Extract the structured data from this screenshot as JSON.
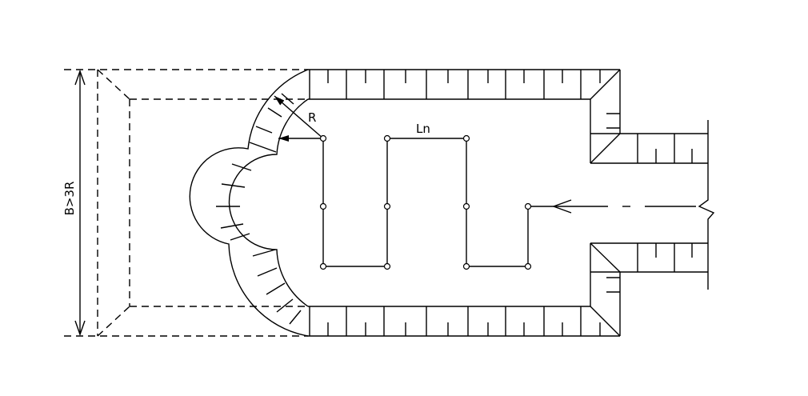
{
  "labels": {
    "radius": "R",
    "path_length": "Ln",
    "width_condition": "B>3R"
  },
  "colors": {
    "line": "#000000",
    "background": "#ffffff"
  }
}
